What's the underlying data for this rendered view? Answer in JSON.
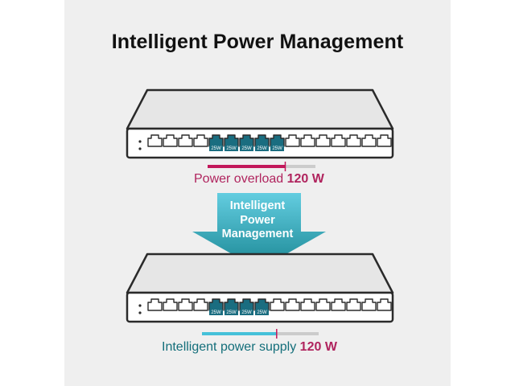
{
  "title": "Intelligent Power Management",
  "arrow_label": [
    "Intelligent",
    "Power",
    "Management"
  ],
  "top_switch": {
    "port_labels": [
      "25W",
      "25W",
      "25W",
      "25W",
      "25W"
    ],
    "caption_text": "Power overload",
    "caption_value": "120 W",
    "bar_level": 0.72,
    "colors": {
      "bar": "#c2185b",
      "track": "#cccccc"
    }
  },
  "bottom_switch": {
    "port_labels": [
      "25W",
      "25W",
      "25W",
      "25W"
    ],
    "caption_text": "Intelligent power supply",
    "caption_value": "120 W",
    "bar_level": 0.64,
    "colors": {
      "bar": "#45c1d9",
      "track": "#cccccc"
    }
  },
  "colors": {
    "background": "#efefef",
    "overload": "#b0245e",
    "supply": "#136e7a",
    "arrow_top": "#63cde0",
    "arrow_bottom": "#1a8794",
    "active_port": "#1a6d80"
  }
}
